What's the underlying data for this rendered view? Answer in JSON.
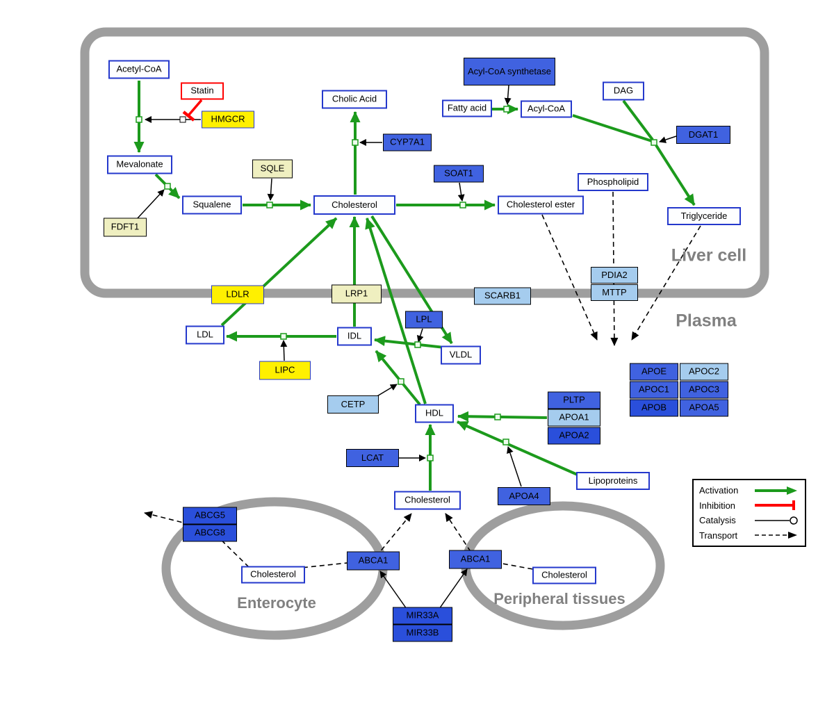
{
  "compartments": {
    "liver": "Liver cell",
    "plasma": "Plasma",
    "enterocyte": "Enterocyte",
    "peripheral": "Peripheral tissues"
  },
  "nodes": {
    "acetyl_coa": "Acetyl-CoA",
    "statin": "Statin",
    "hmgcr": "HMGCR",
    "mevalonate": "Mevalonate",
    "sqle": "SQLE",
    "fdft1": "FDFT1",
    "squalene": "Squalene",
    "cholesterol_liver": "Cholesterol",
    "cholic_acid": "Cholic Acid",
    "cyp7a1": "CYP7A1",
    "soat1": "SOAT1",
    "cholesterol_ester": "Cholesterol ester",
    "acyl_coa_synthetase": "Acyl-CoA synthetase",
    "fatty_acid": "Fatty acid",
    "acyl_coa": "Acyl-CoA",
    "dag": "DAG",
    "dgat1": "DGAT1",
    "phospholipid": "Phospholipid",
    "triglyceride": "Triglyceride",
    "pdia2": "PDIA2",
    "mttp": "MTTP",
    "ldlr": "LDLR",
    "lrp1": "LRP1",
    "scarb1": "SCARB1",
    "ldl": "LDL",
    "idl": "IDL",
    "lpl": "LPL",
    "vldl": "VLDL",
    "lipc": "LIPC",
    "cetp": "CETP",
    "hdl": "HDL",
    "lcat": "LCAT",
    "pltp": "PLTP",
    "apoa1": "APOA1",
    "apoa2": "APOA2",
    "apoa4": "APOA4",
    "lipoproteins": "Lipoproteins",
    "apoe": "APOE",
    "apoc2": "APOC2",
    "apoc1": "APOC1",
    "apoc3": "APOC3",
    "apob": "APOB",
    "apoa5": "APOA5",
    "cholesterol_plasma": "Cholesterol",
    "abcg5": "ABCG5",
    "abcg8": "ABCG8",
    "cholesterol_enterocyte": "Cholesterol",
    "abca1_enterocyte": "ABCA1",
    "abca1_peripheral": "ABCA1",
    "cholesterol_peripheral": "Cholesterol",
    "mir33a": "MIR33A",
    "mir33b": "MIR33B"
  },
  "legend": {
    "items": [
      {
        "label": "Activation"
      },
      {
        "label": "Inhibition"
      },
      {
        "label": "Catalysis"
      },
      {
        "label": "Transport"
      }
    ]
  },
  "colors": {
    "activation_green": "#1C9A1C",
    "inhibition_red": "#FF0000",
    "membrane_gray": "#9E9E9E",
    "metabolite_border_blue": "#2438CC",
    "gene_blue": "#4062E0",
    "gene_light_blue": "#A5CCEE",
    "gene_deep_blue": "#2A4FDB",
    "enzyme_yellow": "#FFF000",
    "enzyme_pale_yellow": "#EFEFC0"
  }
}
